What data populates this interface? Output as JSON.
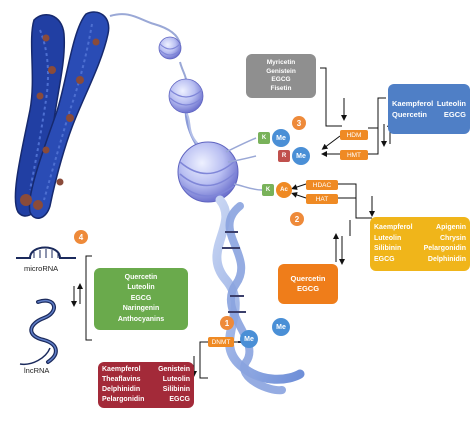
{
  "colors": {
    "gray_box": "#8f8f8f",
    "blue_box": "#4f7fc6",
    "yellow_box": "#f0b51a",
    "orange_box": "#ef7d1a",
    "green_box": "#6aaa4c",
    "red_box": "#a32a39",
    "tag_orange": "#ef8a24",
    "methyl_ball": "#4a8fd6",
    "marker_green": "#79b25a",
    "marker_red": "#c0504d",
    "step_number": "#ee8a3a",
    "chromosome": "#1f3b9e"
  },
  "icons": [
    "x-chromosome-icon",
    "dna-helix-icon",
    "nucleosome-icon",
    "microrna-hairpin-icon",
    "lncrna-strand-icon",
    "arrow-icon"
  ],
  "boxes": {
    "gray": {
      "lines": [
        "Myricetin",
        "Genistein",
        "EGCG",
        "Fisetin"
      ]
    },
    "blue": {
      "pairs": [
        [
          "Kaempferol",
          "Luteolin"
        ],
        [
          "Quercetin",
          "EGCG"
        ]
      ]
    },
    "yellow": {
      "pairs": [
        [
          "Kaempferol",
          "Apigenin"
        ],
        [
          "Luteolin",
          "Chrysin"
        ],
        [
          "Silibinin",
          "Pelargonidin"
        ],
        [
          "EGCG",
          "Delphinidin"
        ]
      ]
    },
    "orange": {
      "lines": [
        "Quercetin",
        "EGCG"
      ]
    },
    "green": {
      "lines": [
        "Quercetin",
        "Luteolin",
        "EGCG",
        "Naringenin",
        "Anthocyanins"
      ]
    },
    "red": {
      "pairs": [
        [
          "Kaempferol",
          "Genistein"
        ],
        [
          "Theaflavins",
          "Luteolin"
        ],
        [
          "Delphinidin",
          "Silibinin"
        ],
        [
          "Pelargonidin",
          "EGCG"
        ]
      ]
    }
  },
  "enzymes": {
    "hdm": "HDM",
    "hmt": "HMT",
    "hdac": "HDAC",
    "hat": "HAT",
    "dnmt": "DNMT"
  },
  "marks": {
    "k1": "K",
    "r": "R",
    "k2": "K",
    "me": "Me",
    "ac": "Ac"
  },
  "steps": {
    "one": "1",
    "two": "2",
    "three": "3",
    "four": "4"
  },
  "rna": {
    "micro": "microRNA",
    "lnc": "lncRNA"
  }
}
